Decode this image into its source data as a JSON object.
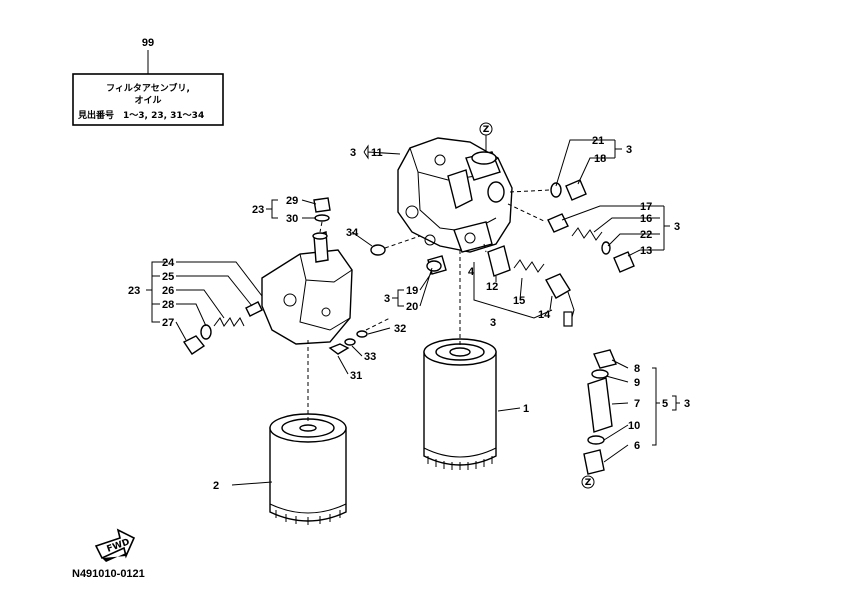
{
  "title_box": {
    "number": "99",
    "line1": "フィルタアセンブリ,",
    "line2": "オイル",
    "line3_label": "見出番号",
    "line3_value": "1〜3, 23, 31〜34"
  },
  "drawing_code": "N491010-0121",
  "fwd_label": "FWD",
  "ref_mark": "Z",
  "callouts": [
    {
      "key": "c1",
      "text": "1"
    },
    {
      "key": "c2",
      "text": "2"
    },
    {
      "key": "c3a",
      "text": "3"
    },
    {
      "key": "c3b",
      "text": "3"
    },
    {
      "key": "c3c",
      "text": "3"
    },
    {
      "key": "c3d",
      "text": "3"
    },
    {
      "key": "c3e",
      "text": "3"
    },
    {
      "key": "c3f",
      "text": "3"
    },
    {
      "key": "c4",
      "text": "4"
    },
    {
      "key": "c5",
      "text": "5"
    },
    {
      "key": "c6",
      "text": "6"
    },
    {
      "key": "c7",
      "text": "7"
    },
    {
      "key": "c8",
      "text": "8"
    },
    {
      "key": "c9",
      "text": "9"
    },
    {
      "key": "c10",
      "text": "10"
    },
    {
      "key": "c11",
      "text": "11"
    },
    {
      "key": "c12",
      "text": "12"
    },
    {
      "key": "c13",
      "text": "13"
    },
    {
      "key": "c14",
      "text": "14"
    },
    {
      "key": "c15",
      "text": "15"
    },
    {
      "key": "c16",
      "text": "16"
    },
    {
      "key": "c17",
      "text": "17"
    },
    {
      "key": "c18",
      "text": "18"
    },
    {
      "key": "c19",
      "text": "19"
    },
    {
      "key": "c20",
      "text": "20"
    },
    {
      "key": "c21",
      "text": "21"
    },
    {
      "key": "c22",
      "text": "22"
    },
    {
      "key": "c23a",
      "text": "23"
    },
    {
      "key": "c23b",
      "text": "23"
    },
    {
      "key": "c24",
      "text": "24"
    },
    {
      "key": "c25",
      "text": "25"
    },
    {
      "key": "c26",
      "text": "26"
    },
    {
      "key": "c27",
      "text": "27"
    },
    {
      "key": "c28",
      "text": "28"
    },
    {
      "key": "c29",
      "text": "29"
    },
    {
      "key": "c30",
      "text": "30"
    },
    {
      "key": "c31",
      "text": "31"
    },
    {
      "key": "c32",
      "text": "32"
    },
    {
      "key": "c33",
      "text": "33"
    },
    {
      "key": "c34",
      "text": "34"
    }
  ]
}
